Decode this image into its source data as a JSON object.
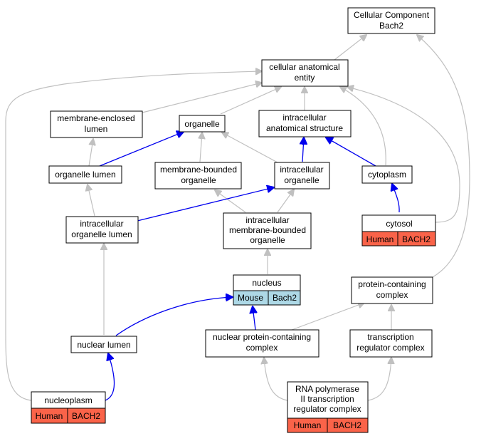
{
  "nodes": {
    "cellular_component_bach2": {
      "lines": [
        "Cellular Component",
        "Bach2"
      ]
    },
    "cellular_anatomical_entity": {
      "lines": [
        "cellular anatomical",
        "entity"
      ]
    },
    "membrane_enclosed_lumen": {
      "lines": [
        "membrane-enclosed",
        "lumen"
      ]
    },
    "organelle": {
      "lines": [
        "organelle"
      ]
    },
    "intracellular_anatomical_structure": {
      "lines": [
        "intracellular",
        "anatomical structure"
      ]
    },
    "organelle_lumen": {
      "lines": [
        "organelle lumen"
      ]
    },
    "membrane_bounded_organelle": {
      "lines": [
        "membrane-bounded",
        "organelle"
      ]
    },
    "intracellular_organelle": {
      "lines": [
        "intracellular",
        "organelle"
      ]
    },
    "cytoplasm": {
      "lines": [
        "cytoplasm"
      ]
    },
    "intracellular_organelle_lumen": {
      "lines": [
        "intracellular",
        "organelle lumen"
      ]
    },
    "intracellular_membrane_bounded_organelle": {
      "lines": [
        "intracellular",
        "membrane-bounded",
        "organelle"
      ]
    },
    "cytosol": {
      "lines": [
        "cytosol"
      ],
      "annotation": {
        "species": "Human",
        "gene": "BACH2"
      }
    },
    "nucleus": {
      "lines": [
        "nucleus"
      ],
      "annotation": {
        "species": "Mouse",
        "gene": "Bach2"
      }
    },
    "protein_containing_complex": {
      "lines": [
        "protein-containing",
        "complex"
      ]
    },
    "nuclear_lumen": {
      "lines": [
        "nuclear lumen"
      ]
    },
    "nuclear_protein_containing_complex": {
      "lines": [
        "nuclear protein-containing",
        "complex"
      ]
    },
    "transcription_regulator_complex": {
      "lines": [
        "transcription",
        "regulator complex"
      ]
    },
    "nucleoplasm": {
      "lines": [
        "nucleoplasm"
      ],
      "annotation": {
        "species": "Human",
        "gene": "BACH2"
      }
    },
    "rna_polymerase_ii_complex": {
      "lines": [
        "RNA polymerase",
        "II transcription",
        "regulator complex"
      ],
      "annotation": {
        "species": "Human",
        "gene": "BACH2"
      }
    }
  },
  "colors": {
    "human_annotation": "#FA6349",
    "mouse_annotation": "#ADD8E6",
    "is_a_edge": "#c0c0c0",
    "part_of_edge": "#0000ee"
  }
}
